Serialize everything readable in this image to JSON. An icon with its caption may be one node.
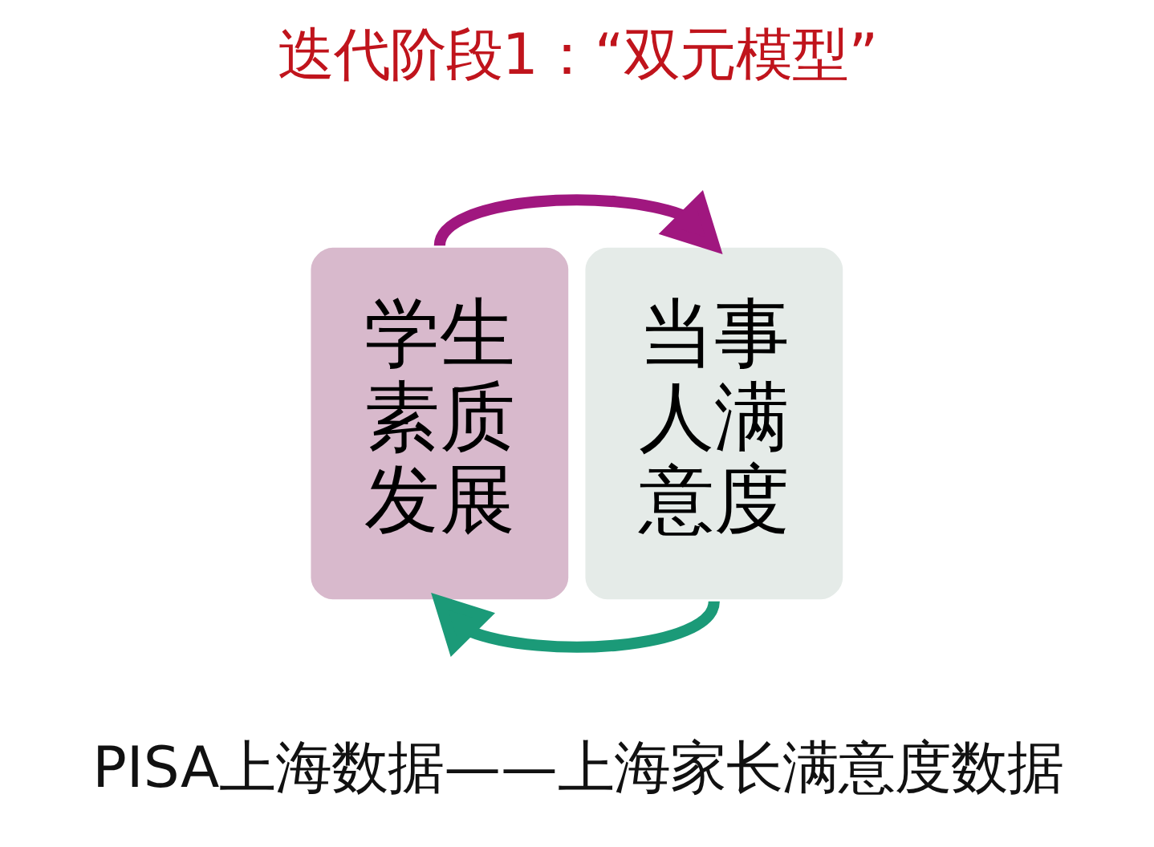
{
  "diagram": {
    "title": "迭代阶段1：“双元模型”",
    "caption": "PISA上海数据——上海家长满意度数据",
    "nodes": [
      {
        "text": [
          "学生素质发展"
        ]
      },
      {
        "text": [
          "当事人满意度"
        ]
      }
    ],
    "edges": [
      {
        "from": 0,
        "to": 1,
        "arrow": "to",
        "color": "#a0177f"
      },
      {
        "from": 1,
        "to": 0,
        "arrow": "to",
        "color": "#1b9a78"
      }
    ]
  }
}
